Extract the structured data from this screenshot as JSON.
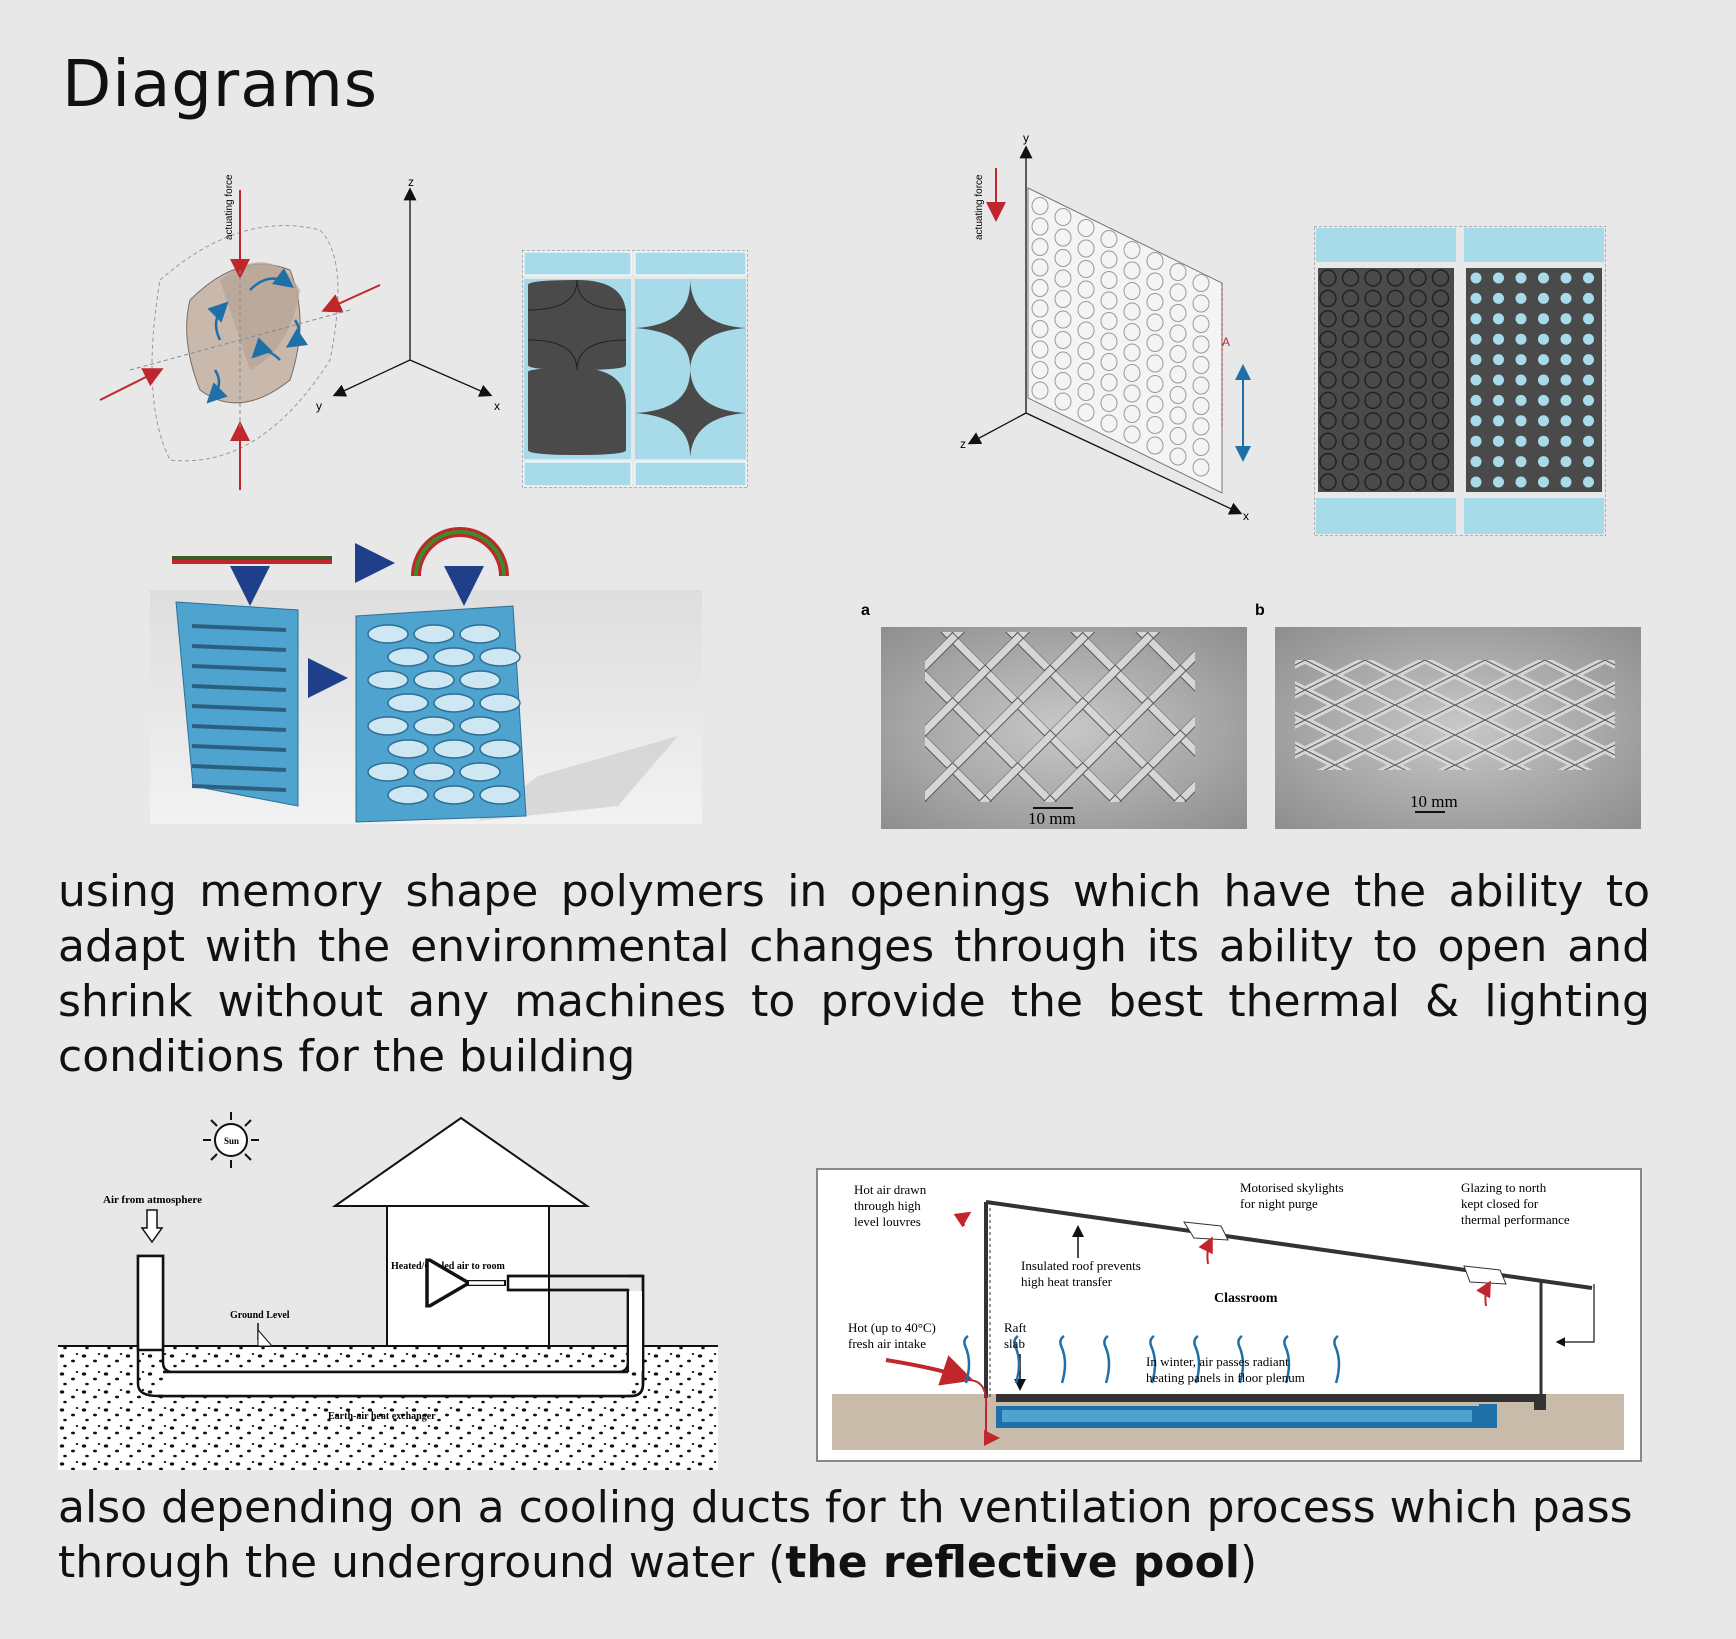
{
  "page": {
    "title": "Diagrams",
    "paragraph1": "using memory shape polymers in openings which have the ability to adapt with the environmental changes through its ability to open and shrink without any machines to provide the best thermal & lighting conditions for the building",
    "paragraph2_prefix": "also depending on a cooling ducts for th ventilation process which pass through the underground water (",
    "paragraph2_bold": "the reflective pool",
    "paragraph2_suffix": ")"
  },
  "diagram_a": {
    "force_label": "actuating force",
    "axis_z": "z",
    "axis_y": "y",
    "axis_x": "x"
  },
  "diagram_b": {
    "force_label": "actuating force",
    "axis_y": "y",
    "axis_z": "z",
    "axis_x": "x",
    "dim_label": "A"
  },
  "photos": {
    "label_a": "a",
    "label_b": "b",
    "scale_a": "10 mm",
    "scale_b": "10 mm"
  },
  "earth_air": {
    "sun": "Sun",
    "air_from_atmosphere": "Air from atmosphere",
    "heated_cooled": "Heated/Cooled air to room",
    "ground_level": "Ground Level",
    "exchanger": "Earth-air heat exchanger"
  },
  "classroom": {
    "hot_air_1": "Hot air drawn",
    "hot_air_2": "through high",
    "hot_air_3": "level louvres",
    "skylights_1": "Motorised skylights",
    "skylights_2": "for night purge",
    "glazing_1": "Glazing to north",
    "glazing_2": "kept closed for",
    "glazing_3": "thermal performance",
    "roof_1": "Insulated roof prevents",
    "roof_2": "high heat transfer",
    "room": "Classroom",
    "intake_1": "Hot (up to 40°C)",
    "intake_2": "fresh air intake",
    "raft_1": "Raft",
    "raft_2": "slab",
    "winter_1": "In winter, air passes radiant",
    "winter_2": "heating panels in floor plenum"
  },
  "colors": {
    "background": "#e8e8e8",
    "light_blue": "#a8dbe9",
    "dark_grey": "#4a4a4a",
    "red_arrow": "#c0262c",
    "blue_arrow": "#1f6fa8"
  }
}
